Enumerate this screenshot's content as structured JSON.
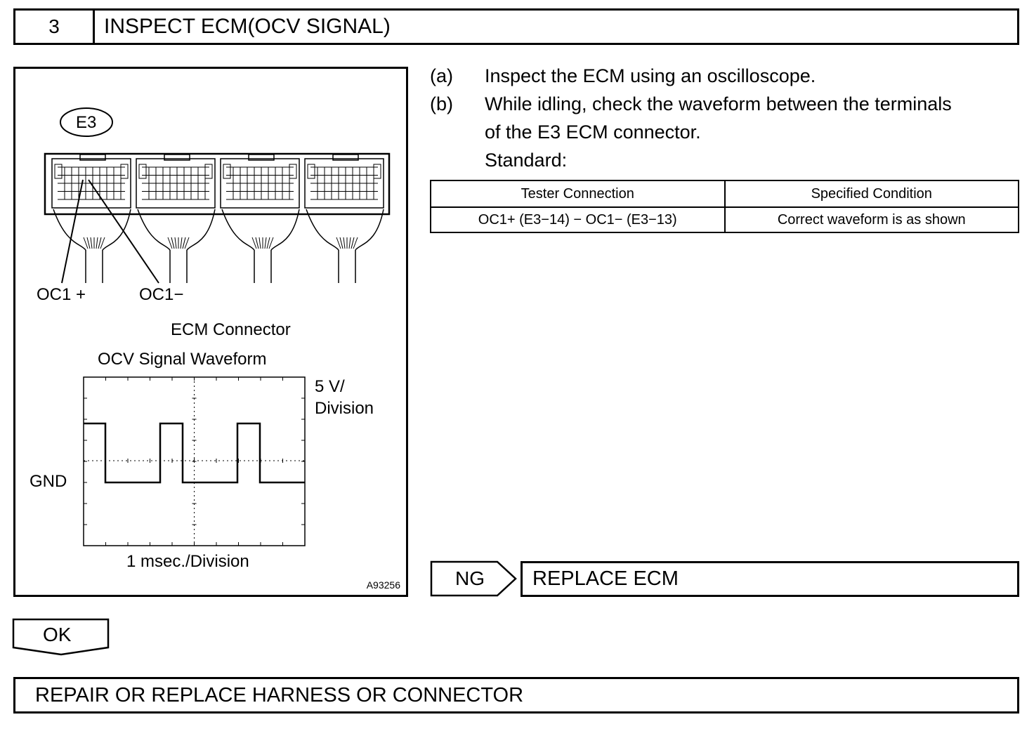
{
  "step": {
    "number": "3",
    "title": "INSPECT ECM(OCV SIGNAL)"
  },
  "figure": {
    "connector_id": "E3",
    "terminal_plus": "OC1 +",
    "terminal_minus": "OC1−",
    "connector_caption": "ECM Connector",
    "waveform_title": "OCV Signal Waveform",
    "voltage_scale_line1": "5 V/",
    "voltage_scale_line2": "Division",
    "ground_label": "GND",
    "time_scale": "1 msec./Division",
    "figure_id": "A93256"
  },
  "instructions": [
    {
      "key": "(a)",
      "lines": [
        "Inspect the ECM using an oscilloscope."
      ]
    },
    {
      "key": "(b)",
      "lines": [
        "While idling, check the waveform between the terminals",
        "of the E3 ECM connector."
      ]
    }
  ],
  "standard_label": "Standard:",
  "spec_table": {
    "headers": [
      "Tester Connection",
      "Specified Condition"
    ],
    "rows": [
      [
        "OC1+ (E3−14) − OC1− (E3−13)",
        "Correct waveform is as shown"
      ]
    ]
  },
  "ng": {
    "label": "NG",
    "result": "REPLACE ECM"
  },
  "ok": {
    "label": "OK"
  },
  "final_action": "REPAIR OR REPLACE HARNESS OR CONNECTOR"
}
